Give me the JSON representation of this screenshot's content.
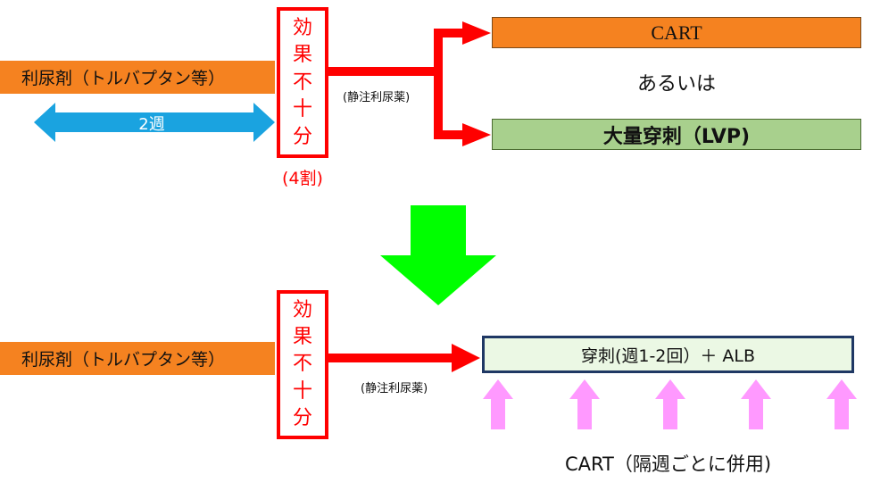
{
  "top": {
    "diuretic_label": "利尿剤（トルバプタン等）",
    "duration_label": "2週",
    "effect_chars": [
      "効",
      "果",
      "不",
      "十",
      "分"
    ],
    "effect_ratio": "(4割)",
    "iv_label": "(静注利尿薬)",
    "cart_label": "CART",
    "or_label": "あるいは",
    "lvp_label": "大量穿刺（LVP)"
  },
  "bottom": {
    "diuretic_label": "利尿剤（トルバプタン等）",
    "effect_chars": [
      "効",
      "果",
      "不",
      "十",
      "分"
    ],
    "iv_label": "(静注利尿薬)",
    "puncture_label": "穿刺(週1-2回）＋ ALB",
    "cart_combined_label": "CART（隔週ごとに併用)"
  },
  "colors": {
    "orange": "#f58220",
    "red": "#ff0000",
    "blue": "#1aa3e0",
    "green_arrow": "#00ff00",
    "green_box": "#a8d08d",
    "pink_arrow": "#ff99ff",
    "navy_border": "#1f3864"
  },
  "icons": {
    "duration_arrow": "double-arrow-icon",
    "transition_arrow": "down-arrow-icon",
    "cart_arrows": "up-arrow-icon"
  }
}
